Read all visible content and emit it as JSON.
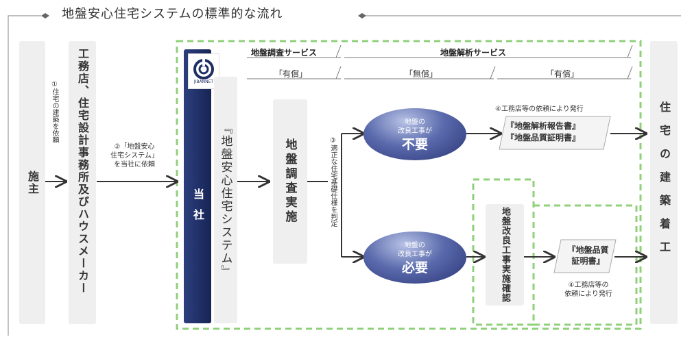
{
  "title": "地盤安心住宅システムの標準的な流れ",
  "nodes": {
    "client": "施主",
    "builder": "工務店、住宅設計事務所及びハウスメーカー",
    "company": "当社",
    "system": "『地盤安心住宅システム』",
    "survey": "地盤調査実施",
    "logo_text": "JIBANNET",
    "not_needed": {
      "line1": "地盤の",
      "line2": "改良工事が",
      "big": "不要"
    },
    "needed": {
      "line1": "地盤の",
      "line2": "改良工事が",
      "big": "必要"
    },
    "report_line1": "『地盤解析報告書』",
    "report_line2": "『地盤品質証明書』",
    "improvement_check": "地盤改良工事実施確認",
    "cert_line1": "『地盤品質",
    "cert_line2": "証明書』",
    "construction": "住宅の建築着工"
  },
  "steps": {
    "step1": "①住宅の建築を依頼",
    "step2_line1": "②「地盤安心",
    "step2_line2": "住宅システム」",
    "step2_line3": "を当社に依頼",
    "step3": "③適正な住宅基礎仕様を判定",
    "step4_top": "④工務店等の依頼により発行",
    "step4_bottom_line1": "④工務店等の",
    "step4_bottom_line2": "依頼により発行"
  },
  "services": {
    "survey_service": "地盤調査サービス",
    "analysis_service": "地盤解析サービス",
    "paid1": "「有償」",
    "free": "「無償」",
    "paid2": "「有償」"
  },
  "colors": {
    "company_bar": "#1f2f66",
    "dashed_border": "#8fd07a",
    "arrow": "#333333",
    "box_bg": "#efefef",
    "oval_dark": "#2a3577"
  }
}
